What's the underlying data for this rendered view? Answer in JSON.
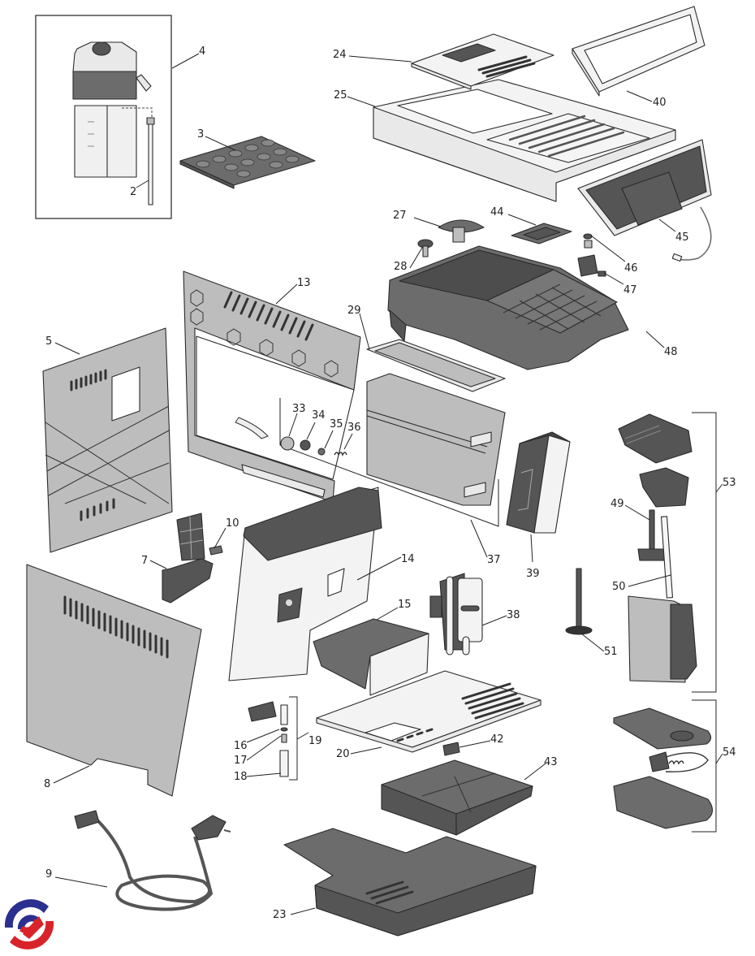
{
  "title": "Exploded parts diagram – automatic coffee machine",
  "logo": {
    "name": "manufacturer-logo",
    "colors": {
      "blue": "#2b2f8f",
      "red": "#d8232a"
    }
  },
  "palette": {
    "outline": "#2a2a2a",
    "light_part": "#e9e9e9",
    "mid_part": "#bdbdbd",
    "dark_part": "#6c6c6c"
  },
  "parts": [
    {
      "id": "2",
      "label": "2",
      "description": "milk suction tube"
    },
    {
      "id": "3",
      "label": "3",
      "description": "cup tray insert"
    },
    {
      "id": "4",
      "label": "4",
      "description": "milk container assembly"
    },
    {
      "id": "5",
      "label": "5",
      "description": "side panel (left)"
    },
    {
      "id": "7",
      "label": "7",
      "description": "bracket"
    },
    {
      "id": "8",
      "label": "8",
      "description": "side panel (right)"
    },
    {
      "id": "9",
      "label": "9",
      "description": "power cord"
    },
    {
      "id": "10",
      "label": "10",
      "description": "clip"
    },
    {
      "id": "13",
      "label": "13",
      "description": "rear frame"
    },
    {
      "id": "14",
      "label": "14",
      "description": "front body"
    },
    {
      "id": "15",
      "label": "15",
      "description": "coffee grounds container"
    },
    {
      "id": "16",
      "label": "16",
      "description": "o-ring"
    },
    {
      "id": "17",
      "label": "17",
      "description": "nozzle"
    },
    {
      "id": "18",
      "label": "18",
      "description": "tube"
    },
    {
      "id": "19",
      "label": "19",
      "description": "hot water assembly"
    },
    {
      "id": "20",
      "label": "20",
      "description": "cup grid"
    },
    {
      "id": "23",
      "label": "23",
      "description": "drip tray"
    },
    {
      "id": "24",
      "label": "24",
      "description": "bean container lid"
    },
    {
      "id": "25",
      "label": "25",
      "description": "top cover"
    },
    {
      "id": "27",
      "label": "27",
      "description": "knob"
    },
    {
      "id": "28",
      "label": "28",
      "description": "screw"
    },
    {
      "id": "29",
      "label": "29",
      "description": "water tank lid"
    },
    {
      "id": "33",
      "label": "33",
      "description": "valve body"
    },
    {
      "id": "34",
      "label": "34",
      "description": "valve seal"
    },
    {
      "id": "35",
      "label": "35",
      "description": "valve"
    },
    {
      "id": "36",
      "label": "36",
      "description": "spring"
    },
    {
      "id": "37",
      "label": "37",
      "description": "water tank assembly"
    },
    {
      "id": "38",
      "label": "38",
      "description": "coffee spout"
    },
    {
      "id": "39",
      "label": "39",
      "description": "spout cover"
    },
    {
      "id": "40",
      "label": "40",
      "description": "control panel frame"
    },
    {
      "id": "42",
      "label": "42",
      "description": "float"
    },
    {
      "id": "43",
      "label": "43",
      "description": "drip tray inner"
    },
    {
      "id": "44",
      "label": "44",
      "description": "lid"
    },
    {
      "id": "45",
      "label": "45",
      "description": "control panel with display"
    },
    {
      "id": "46",
      "label": "46",
      "description": "knob"
    },
    {
      "id": "47",
      "label": "47",
      "description": "microswitch"
    },
    {
      "id": "48",
      "label": "48",
      "description": "bean container base"
    },
    {
      "id": "49",
      "label": "49",
      "description": "whisk shaft"
    },
    {
      "id": "50",
      "label": "50",
      "description": "transparent tube"
    },
    {
      "id": "51",
      "label": "51",
      "description": "shaft"
    },
    {
      "id": "53",
      "label": "53",
      "description": "milk jug assembly"
    },
    {
      "id": "54",
      "label": "54",
      "description": "base assembly"
    }
  ]
}
